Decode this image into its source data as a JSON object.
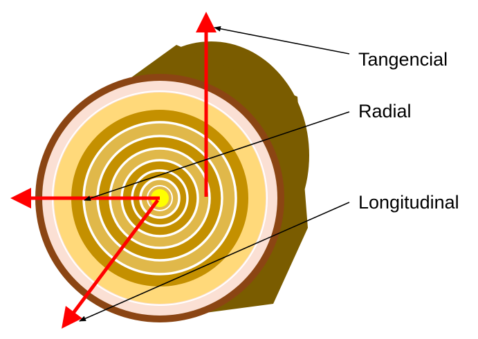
{
  "labels": {
    "tangencial": "Tangencial",
    "radial": "Radial",
    "longitudinal": "Longitudinal"
  },
  "colors": {
    "bark_side": "#7a5c00",
    "bark_outer": "#8b4513",
    "inner_bark": "#fbe0d4",
    "sapwood": "#ffd97a",
    "heartwood_light": "#e0b84a",
    "heartwood_dark": "#c49000",
    "growth_ring": "#ffffff",
    "pith": "#ffff00",
    "arrow": "#ff0000",
    "pointer": "#000000"
  }
}
